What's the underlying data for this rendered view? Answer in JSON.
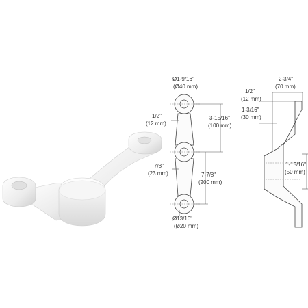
{
  "figure": {
    "product": "dual-arm glass spider fitting",
    "front_view_dims": {
      "top_hole_frac": "Ø1-9/16\"",
      "top_hole_mm": "(Ø40 mm)",
      "arm_width_frac": "1/2\"",
      "arm_width_mm": "(12 mm)",
      "upper_span_frac": "3-15/16\"",
      "upper_span_mm": "(100 mm)",
      "center_hole_frac": "7/8\"",
      "center_hole_mm": "(23 mm)",
      "total_span_frac": "7-7/8\"",
      "total_span_mm": "(200 mm)",
      "bottom_hole_frac": "Ø13/16\"",
      "bottom_hole_mm": "(Ø20 mm)"
    },
    "side_view_dims": {
      "depth_frac": "2-3/4\"",
      "depth_mm": "(70 mm)",
      "thickness_frac": "1/2\"",
      "thickness_mm": "(12 mm)",
      "offset_frac": "1-3/16\"",
      "offset_mm": "(30 mm)",
      "hub_height_frac": "1-15/16\"",
      "hub_height_mm": "(50 mm)"
    },
    "colors": {
      "metal": "#e9e9e9",
      "line": "#444444"
    }
  }
}
